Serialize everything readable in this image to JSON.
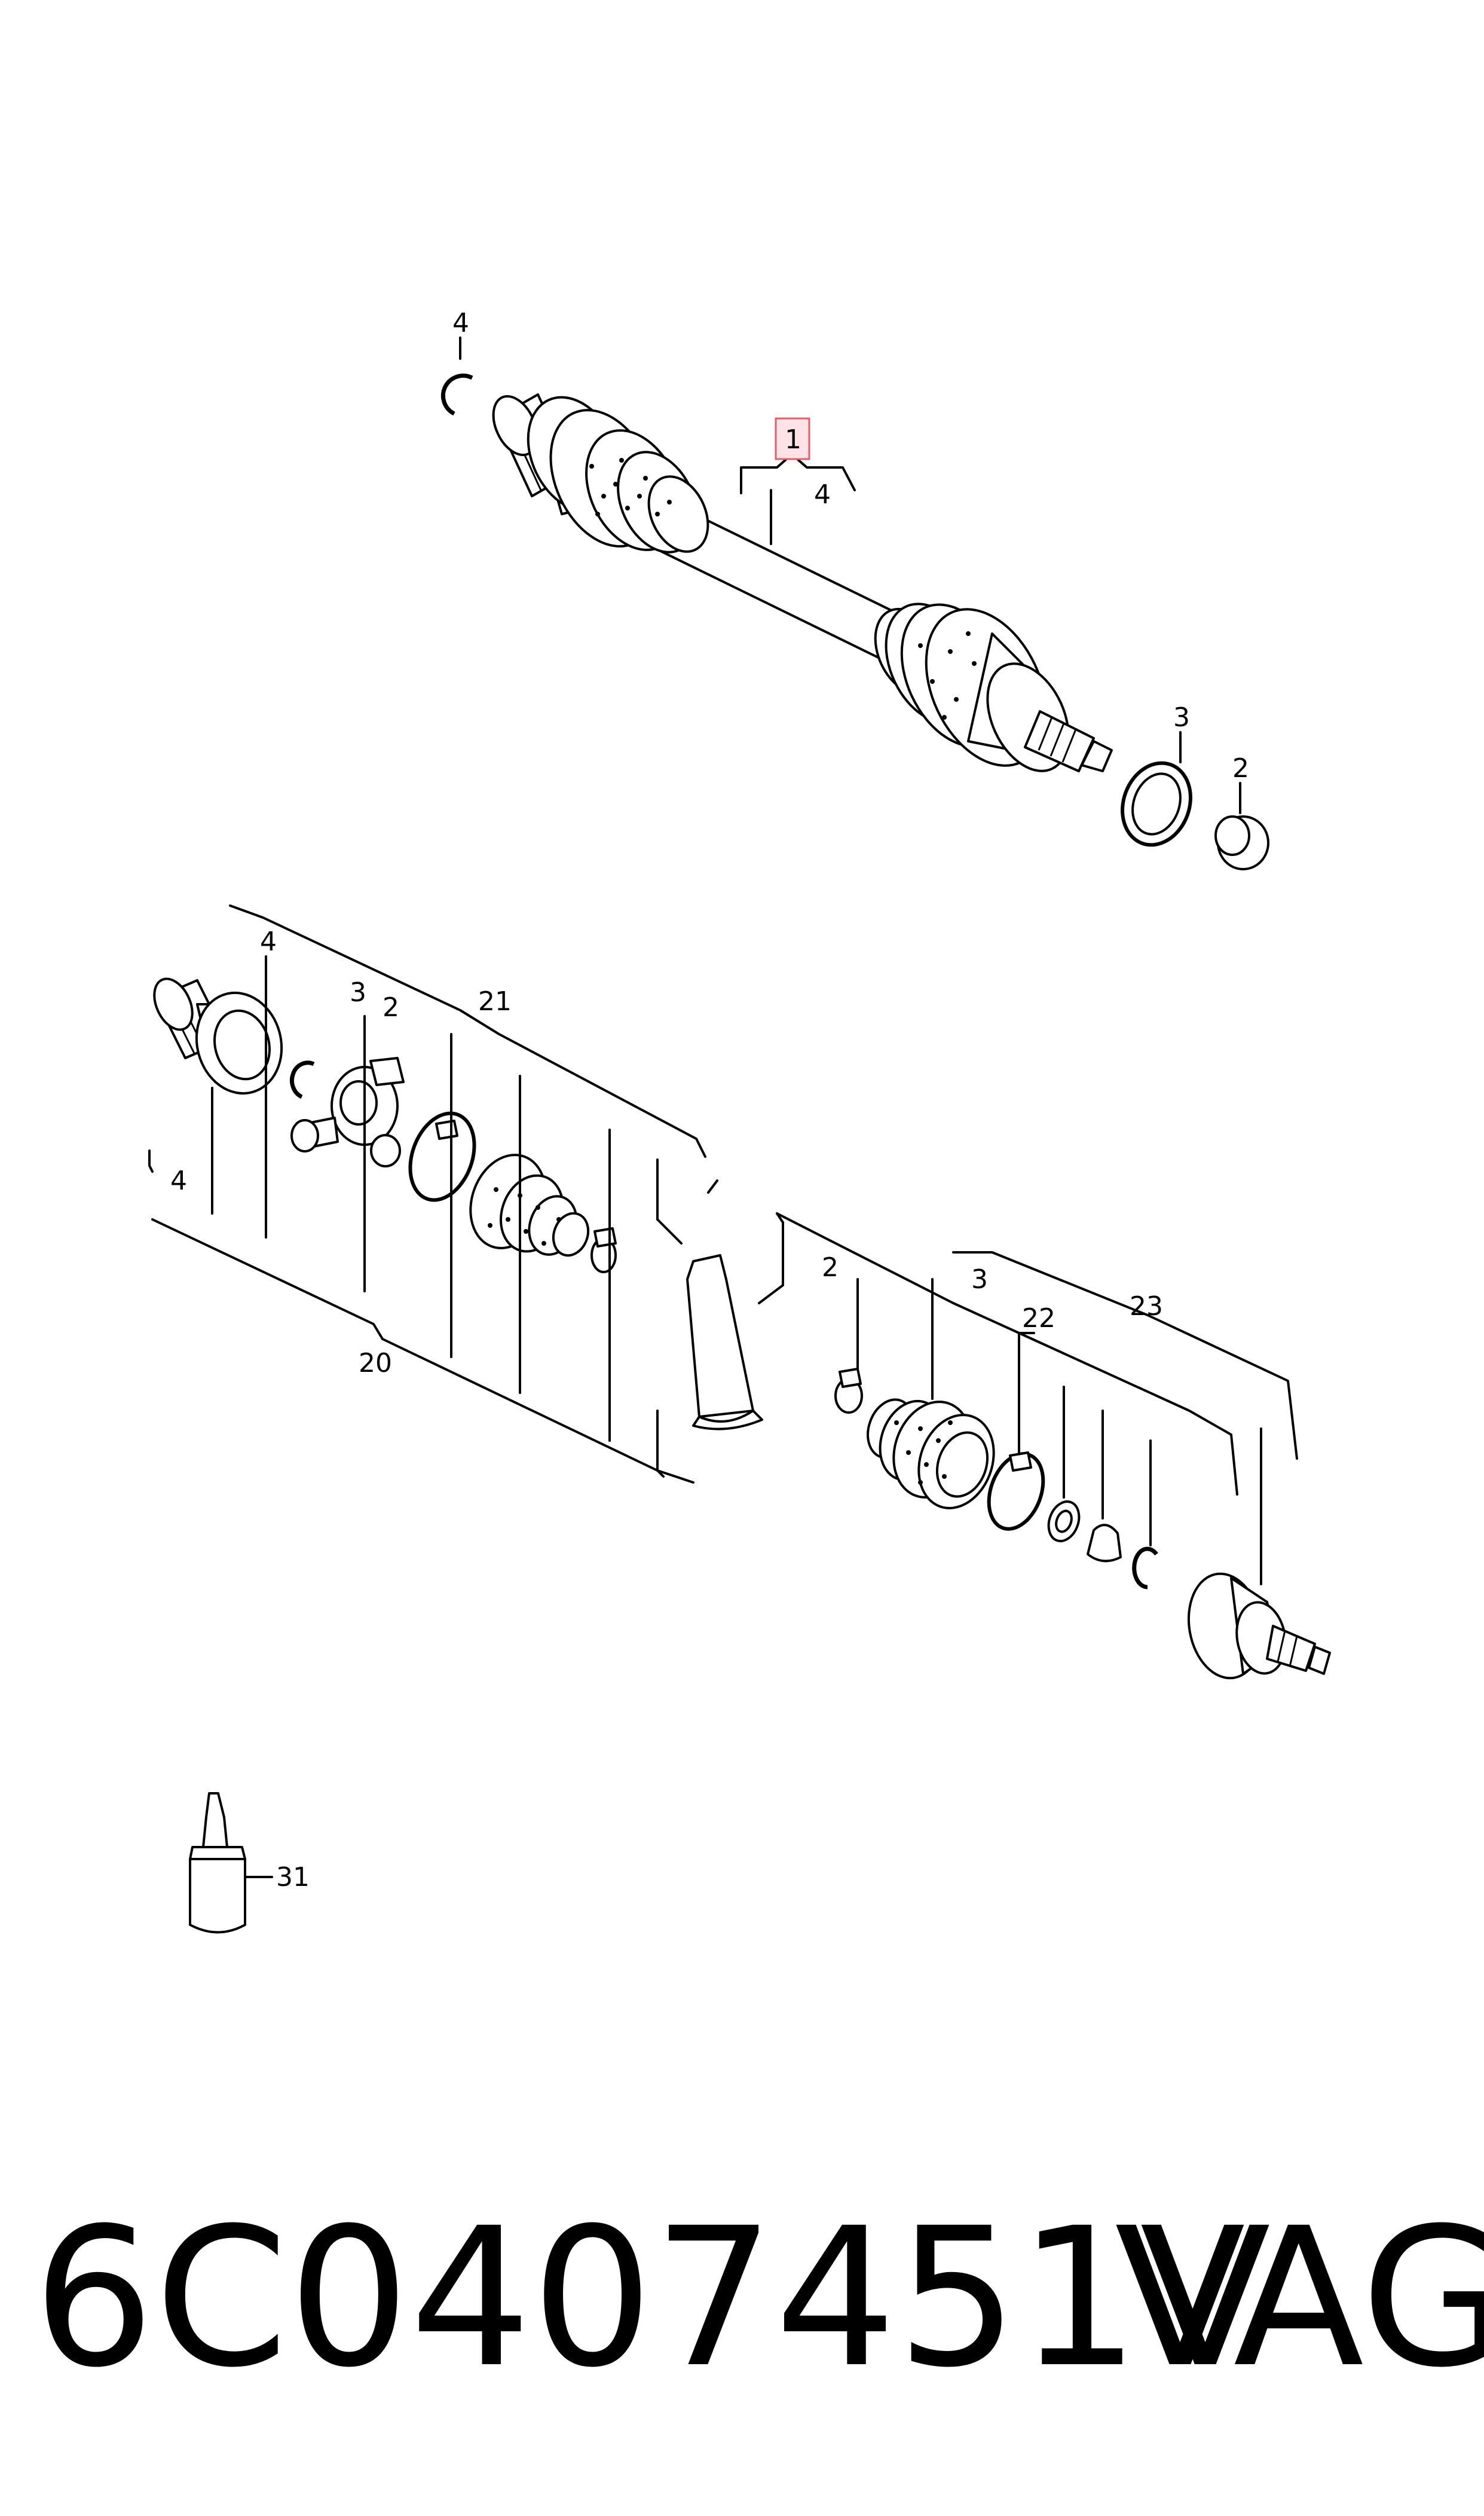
{
  "callouts": {
    "c1_main": "1",
    "c4_main": "4",
    "c4_top": "4",
    "c3_right": "3",
    "c2_right": "2",
    "c4_left": "4",
    "c3_left": "3",
    "c2_left": "2",
    "c21": "21",
    "c4_bracket": "4",
    "c20": "20",
    "c2_mid": "2",
    "c3_mid": "3",
    "c22": "22",
    "c23": "23",
    "c31": "31"
  },
  "footer": {
    "part_number": "6C0407451V",
    "brand": "VAG"
  },
  "colors": {
    "highlight_fill": "#ffe3e6",
    "highlight_stroke": "#e35d6a"
  }
}
